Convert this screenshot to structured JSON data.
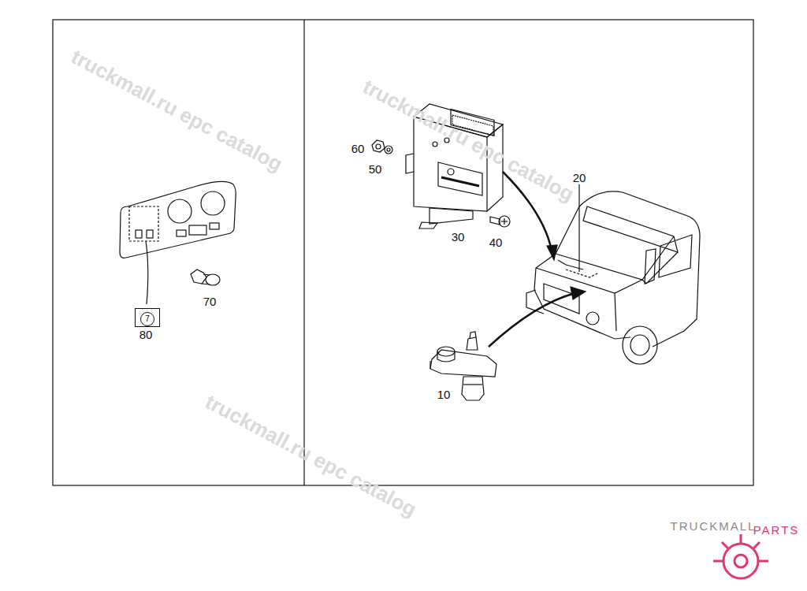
{
  "diagram": {
    "nodes": [
      {
        "text": [
          "7"
        ]
      }
    ],
    "labels": [
      "60",
      "50",
      "30",
      "40",
      "20",
      "10",
      "70",
      "80",
      "truckmall.ru epc catalog",
      "truckmall.ru epc catalog",
      "truckmall.ru epc catalog",
      "TRUCKMALL",
      "PARTS"
    ]
  }
}
